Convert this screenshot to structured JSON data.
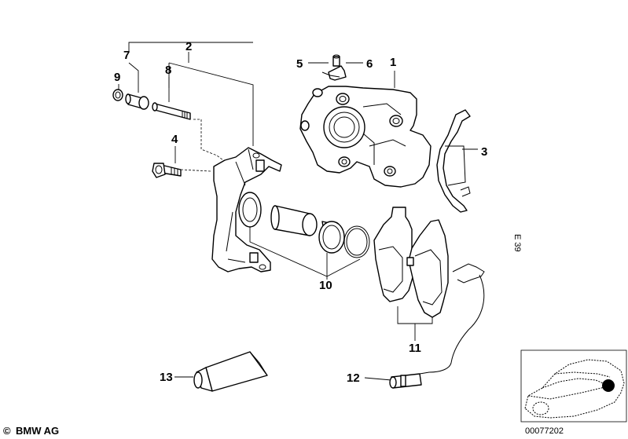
{
  "callouts": {
    "c1": "1",
    "c2": "2",
    "c3": "3",
    "c4": "4",
    "c5": "5",
    "c6": "6",
    "c7": "7",
    "c8": "8",
    "c9": "9",
    "c10": "10",
    "c11": "11",
    "c12": "12",
    "c13": "13"
  },
  "model_code": "E 39",
  "copyright_symbol": "©",
  "copyright": "BMW AG",
  "diagram_id": "00077202",
  "colors": {
    "line": "#000000",
    "background": "#ffffff",
    "marker": "#000000"
  }
}
